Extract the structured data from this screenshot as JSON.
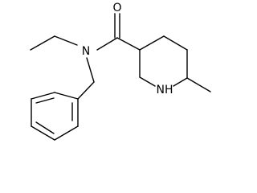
{
  "molecule": {
    "atoms": {
      "oxygen": "O",
      "amide_nitrogen": "N",
      "ring_nitrogen": "NH"
    }
  },
  "colors": {
    "bond": "#000000",
    "label": "#000000",
    "background": "#ffffff"
  }
}
